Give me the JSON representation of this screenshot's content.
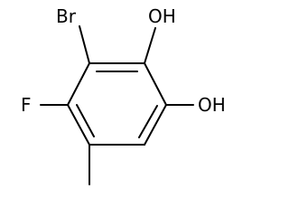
{
  "molecule": {
    "atoms": {
      "br": "Br",
      "f": "F",
      "oh_top": "OH",
      "oh_right": "OH"
    },
    "colors": {
      "bond": "#000000",
      "text": "#000000",
      "background": "#ffffff"
    }
  }
}
